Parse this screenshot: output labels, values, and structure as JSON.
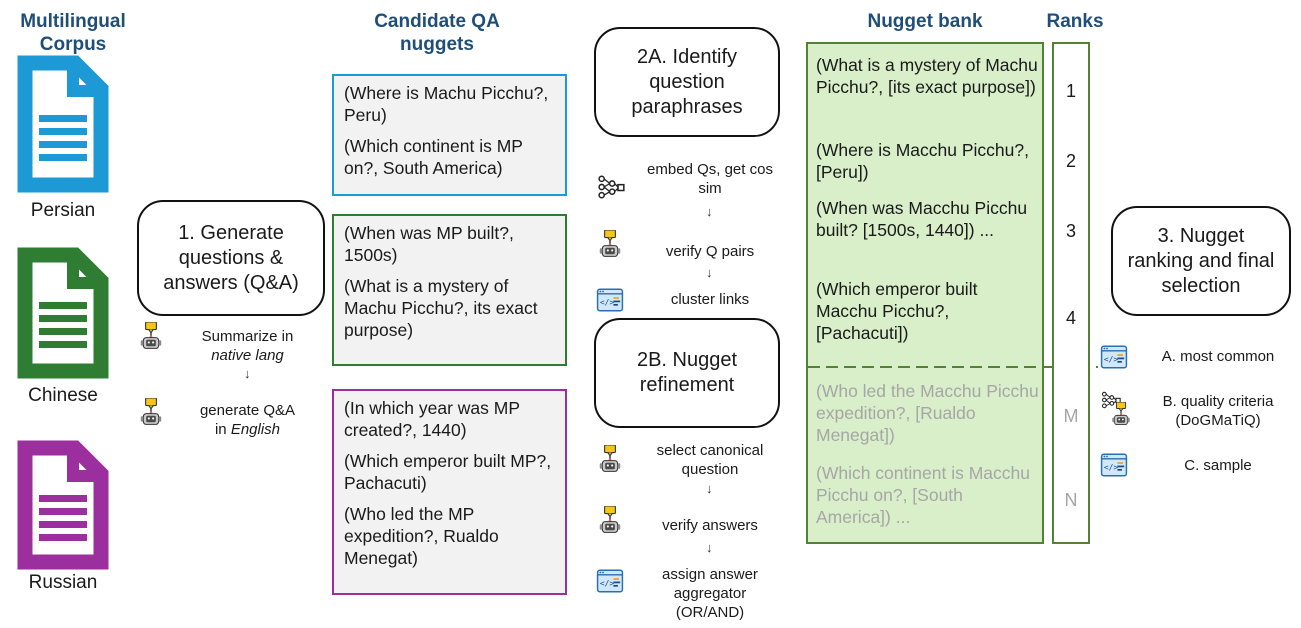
{
  "headers": {
    "corpus": "Multilingual Corpus",
    "candidates": "Candidate QA nuggets",
    "bank": "Nugget bank",
    "ranks": "Ranks"
  },
  "languages": [
    "Persian",
    "Chinese",
    "Russian"
  ],
  "colors": {
    "persian": "#1d9ad6",
    "chinese": "#2e7d32",
    "russian": "#9b2f9e",
    "header": "#1f4e79",
    "bank_fill": "#d8efc9",
    "bank_border": "#548235"
  },
  "step1": {
    "title": "1. Generate questions & answers (Q&A)",
    "sub1_a": "Summarize in",
    "sub1_b": "native lang",
    "sub2_a": "generate Q&A",
    "sub2_b": "in",
    "sub2_c": "English"
  },
  "candidates": {
    "persian": [
      "(Where is Machu Picchu?, Peru)",
      "(Which continent is MP on?, South America)"
    ],
    "chinese": [
      "(When was MP built?, 1500s)",
      "(What is a mystery of Machu Picchu?, its exact purpose)"
    ],
    "russian": [
      "(In which year was MP created?,  1440)",
      "(Which emperor built MP?, Pachacuti)",
      "(Who led the MP expedition?, Rualdo Menegat)"
    ]
  },
  "step2a": {
    "title": "2A. Identify question paraphrases",
    "items": [
      "embed Qs, get cos sim",
      "verify Q pairs",
      "cluster links"
    ]
  },
  "step2b": {
    "title": "2B. Nugget refinement",
    "items": [
      "select canonical question",
      "verify answers",
      "assign answer aggregator (OR/AND)"
    ]
  },
  "bank": {
    "top": [
      "(What is a mystery of Machu Picchu?, [its exact purpose])",
      "(Where is Macchu Picchu?, [Peru])",
      "(When was Macchu Picchu built? [1500s, 1440]) ...",
      "(Which emperor built Macchu Picchu?, [Pachacuti])"
    ],
    "bottom": [
      "(Who led the Macchu Picchu expedition?, [Rualdo Menegat])",
      "(Which continent is Macchu Picchu on?, [South America]) ..."
    ]
  },
  "ranks": [
    "1",
    "2",
    "3",
    "4",
    "M",
    "N"
  ],
  "step3": {
    "title": "3. Nugget ranking and final selection",
    "options": [
      "A. most common",
      "B. quality criteria (DoGMaTiQ)",
      "C. sample"
    ]
  },
  "arrow_glyph": "↓"
}
